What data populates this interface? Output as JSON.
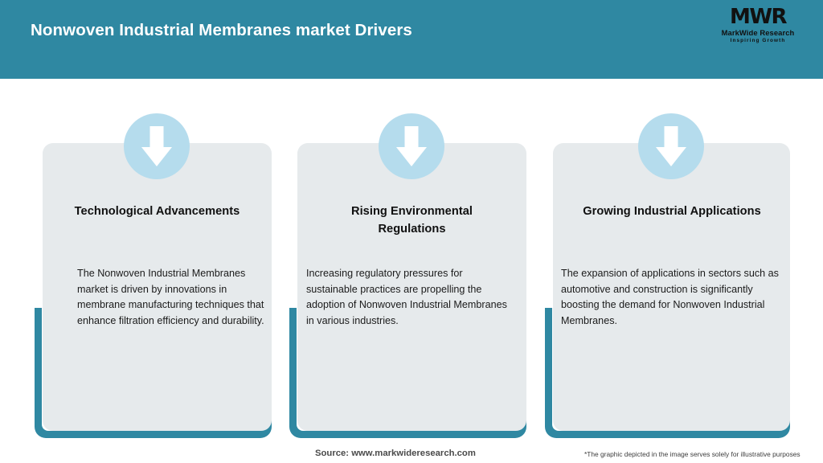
{
  "header": {
    "title": "Nonwoven Industrial Membranes market Drivers",
    "background_color": "#2f88a2",
    "title_color": "#ffffff"
  },
  "logo": {
    "mark": "MWR",
    "name": "MarkWide Research",
    "tagline": "Inspiring Growth",
    "color": "#111111"
  },
  "theme": {
    "accent_teal": "#2f88a2",
    "card_background": "#e6eaec",
    "badge_circle": "#b5dced",
    "arrow_color": "#ffffff",
    "page_background": "#ffffff"
  },
  "cards": [
    {
      "icon": "down-arrow-icon",
      "title": "Technological Advancements",
      "body": "The Nonwoven Industrial Membranes market is driven by innovations in membrane manufacturing techniques that enhance filtration efficiency and durability."
    },
    {
      "icon": "down-arrow-icon",
      "title": "Rising Environmental Regulations",
      "body": "Increasing regulatory pressures for sustainable practices are propelling the adoption of Nonwoven Industrial Membranes in various industries."
    },
    {
      "icon": "down-arrow-icon",
      "title": "Growing Industrial Applications",
      "body": "The expansion of applications in sectors such as automotive and construction is significantly boosting the demand for Nonwoven Industrial Membranes."
    }
  ],
  "footer": {
    "source": "Source: www.markwideresearch.com",
    "disclaimer": "*The graphic depicted in the image serves solely for illustrative purposes"
  }
}
